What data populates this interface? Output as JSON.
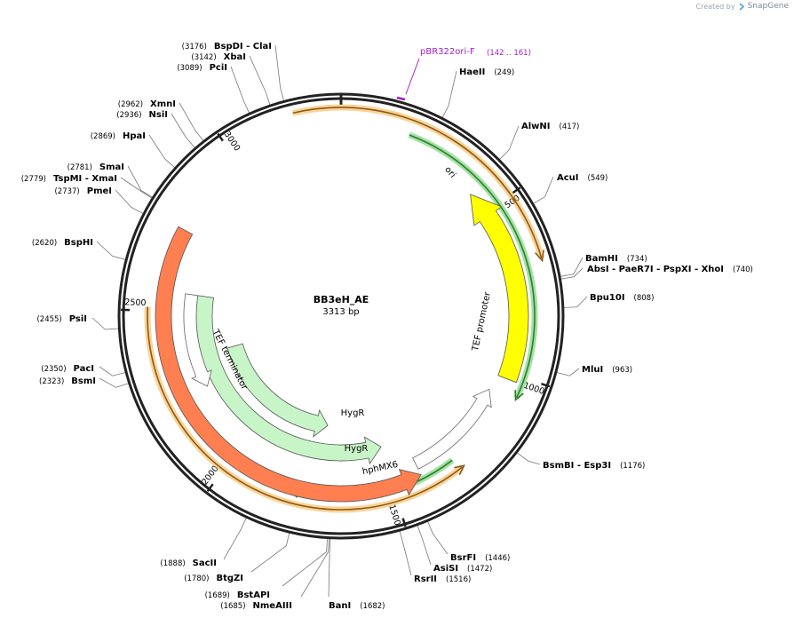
{
  "branding": {
    "created_by": "Created by",
    "product": "SnapGene"
  },
  "plasmid": {
    "name": "BB3eH_AE",
    "length_text": "3313 bp",
    "length_bp": 3313
  },
  "ticks": [
    {
      "bp": 500,
      "label": "500"
    },
    {
      "bp": 1000,
      "label": "1000"
    },
    {
      "bp": 1500,
      "label": "1500"
    },
    {
      "bp": 2000,
      "label": "2000"
    },
    {
      "bp": 2500,
      "label": "2500"
    },
    {
      "bp": 3000,
      "label": "3000"
    }
  ],
  "features": [
    {
      "name": "ori",
      "type": "rep_origin",
      "start": 430,
      "end": 1019,
      "strand": -1,
      "color": "#ffff00",
      "label": "ori"
    },
    {
      "name": "tef-promoter",
      "type": "promoter",
      "start": 1070,
      "end": 1410,
      "strand": -1,
      "color": "#ffffff",
      "label": "TEF promoter"
    },
    {
      "name": "hphmx6",
      "type": "cds",
      "start": 1410,
      "end": 2750,
      "strand": -1,
      "color": "#ff7f50",
      "label": "hphMX6"
    },
    {
      "name": "hygr-outer",
      "type": "cds",
      "start": 1500,
      "end": 2560,
      "strand": -1,
      "color": "#c8f5c8",
      "label": "HygR"
    },
    {
      "name": "hygr-inner",
      "type": "cds",
      "start": 1720,
      "end": 2340,
      "strand": -1,
      "color": "#c8f5c8",
      "label": "HygR"
    },
    {
      "name": "tef-terminator",
      "type": "terminator",
      "start": 2230,
      "end": 2560,
      "strand": -1,
      "color": "#ffffff",
      "label": "TEF terminator"
    }
  ],
  "primer": {
    "name": "pBR322ori-F",
    "range_text": "(142 .. 161)",
    "bp": 151,
    "color": "#a020c0"
  },
  "sequencing_bands": [
    {
      "name": "orange-band-top",
      "start": 3190,
      "end": 680,
      "strand": 1,
      "color": "#f5b041"
    },
    {
      "name": "green-band-right",
      "start": 190,
      "end": 1058,
      "strand": 1,
      "color": "#58c858"
    },
    {
      "name": "green-band-bottom",
      "start": 1310,
      "end": 1800,
      "strand": 1,
      "color": "#58c858"
    },
    {
      "name": "orange-band-bottom",
      "start": 1300,
      "end": 2510,
      "strand": -1,
      "color": "#f5b041"
    }
  ],
  "sites": [
    {
      "name": "HaeII",
      "pos": "(249)",
      "bp": 249
    },
    {
      "name": "AlwNI",
      "pos": "(417)",
      "bp": 417
    },
    {
      "name": "AcuI",
      "pos": "(549)",
      "bp": 549
    },
    {
      "name": "BamHI",
      "pos": "(734)",
      "bp": 734
    },
    {
      "name": "AbsI - PaeR7I - PspXI - XhoI",
      "pos": "(740)",
      "bp": 740
    },
    {
      "name": "Bpu10I",
      "pos": "(808)",
      "bp": 808
    },
    {
      "name": "MluI",
      "pos": "(963)",
      "bp": 963
    },
    {
      "name": "BsmBI - Esp3I",
      "pos": "(1176)",
      "bp": 1176
    },
    {
      "name": "BsrFI",
      "pos": "(1446)",
      "bp": 1446
    },
    {
      "name": "AsiSI",
      "pos": "(1472)",
      "bp": 1472
    },
    {
      "name": "RsrII",
      "pos": "(1516)",
      "bp": 1516
    },
    {
      "name": "BanI",
      "pos": "(1682)",
      "bp": 1682
    },
    {
      "name": "NmeAIII",
      "pos": "(1685)",
      "bp": 1685
    },
    {
      "name": "BstAPI",
      "pos": "(1689)",
      "bp": 1689
    },
    {
      "name": "BtgZI",
      "pos": "(1780)",
      "bp": 1780
    },
    {
      "name": "SacII",
      "pos": "(1888)",
      "bp": 1888
    },
    {
      "name": "BsmI",
      "pos": "(2323)",
      "bp": 2323
    },
    {
      "name": "PacI",
      "pos": "(2350)",
      "bp": 2350
    },
    {
      "name": "PsiI",
      "pos": "(2455)",
      "bp": 2455
    },
    {
      "name": "BspHI",
      "pos": "(2620)",
      "bp": 2620
    },
    {
      "name": "PmeI",
      "pos": "(2737)",
      "bp": 2737
    },
    {
      "name": "TspMI - XmaI",
      "pos": "(2779)",
      "bp": 2779
    },
    {
      "name": "SmaI",
      "pos": "(2781)",
      "bp": 2781
    },
    {
      "name": "HpaI",
      "pos": "(2869)",
      "bp": 2869
    },
    {
      "name": "NsiI",
      "pos": "(2936)",
      "bp": 2936
    },
    {
      "name": "XmnI",
      "pos": "(2962)",
      "bp": 2962
    },
    {
      "name": "PciI",
      "pos": "(3089)",
      "bp": 3089
    },
    {
      "name": "XbaI",
      "pos": "(3142)",
      "bp": 3142
    },
    {
      "name": "BspDI - ClaI",
      "pos": "(3176)",
      "bp": 3176
    }
  ]
}
